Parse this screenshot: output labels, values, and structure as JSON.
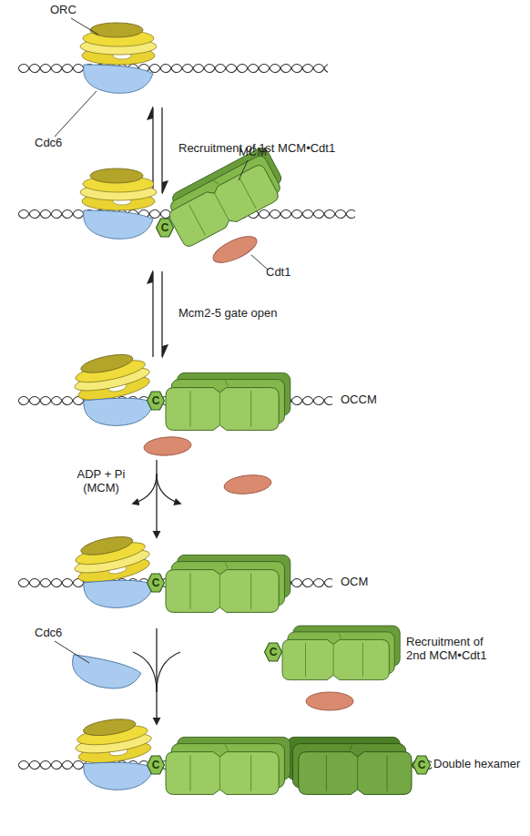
{
  "diagram": {
    "nodes": [
      {
        "text": [
          "C"
        ]
      },
      {
        "text": [
          "C"
        ]
      },
      {
        "text": [
          "C"
        ]
      },
      {
        "text": [
          "C"
        ]
      },
      {
        "text": [
          "C"
        ]
      },
      {
        "text": [
          "C"
        ]
      }
    ],
    "labels": [
      "ORC",
      "Cdc6",
      "Recruitment of 1st MCM•Cdt1",
      "MCM",
      "Cdt1",
      "Mcm2-5 gate open",
      "OCCM",
      "ADP + Pi (MCM)",
      "OCM",
      "Cdc6",
      "Recruitment of 2nd MCM•Cdt1",
      "Double hexamer"
    ]
  }
}
